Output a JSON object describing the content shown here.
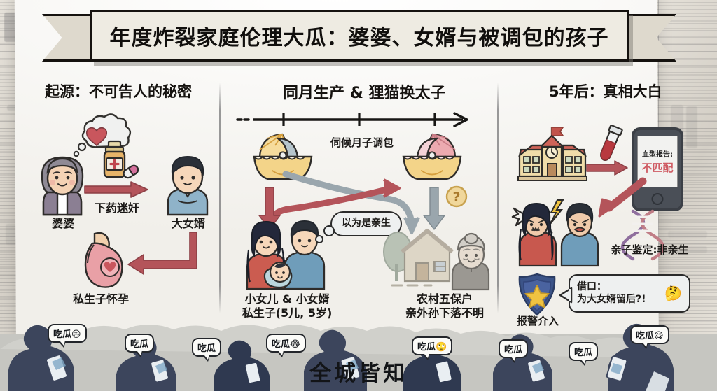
{
  "title": "年度炸裂家庭伦理大瓜：婆婆、女婿与被调包的孩子",
  "panels": {
    "left": {
      "header": "起源：不可告人的秘密",
      "person_a": "婆婆",
      "action": "下药迷奸",
      "person_b": "大女婿",
      "result": "私生子怀孕",
      "icons": {
        "heart_thought": "heart-thought-bubble-icon",
        "medicine": "medicine-bottle-icon",
        "pregnant": "pregnant-belly-icon"
      }
    },
    "center": {
      "header": "同月生产 & 狸猫换太子",
      "swap_label": "伺候月子调包",
      "thought": "以为是亲生",
      "family_line1": "小女儿 & 小女婿",
      "family_line2": "私生子(5儿, 5岁)",
      "rural_line1": "农村五保户",
      "rural_line2": "亲外孙下落不明",
      "question_mark": "?",
      "icons": {
        "timeline": "timeline-arrow-icon",
        "bassinet_yellow": "bassinet-yellow-icon",
        "bassinet_pink": "bassinet-pink-icon",
        "house": "rural-house-icon",
        "grandma": "old-woman-icon"
      }
    },
    "right": {
      "header": "5年后：真相大白",
      "phone_report_label": "血型报告:",
      "phone_report_value": "不匹配",
      "dna_label": "亲子鉴定:非亲生",
      "police_label": "报警介入",
      "speech_line1": "借口：",
      "speech_line2": "为大女婿留后?!",
      "speech_emoji": "🤔",
      "icons": {
        "school": "school-building-icon",
        "test_tube": "blood-test-tube-icon",
        "phone": "smartphone-icon",
        "dna": "dna-helix-icon",
        "police_badge": "police-badge-icon"
      }
    }
  },
  "crowd": {
    "caption": "全城皆知",
    "bubbles": [
      {
        "text": "吃瓜",
        "emoji": "😄"
      },
      {
        "text": "吃瓜",
        "emoji": ""
      },
      {
        "text": "吃瓜",
        "emoji": ""
      },
      {
        "text": "吃瓜",
        "emoji": "😂"
      },
      {
        "text": "吃瓜",
        "emoji": "🙄"
      },
      {
        "text": "吃瓜",
        "emoji": ""
      },
      {
        "text": "吃瓜",
        "emoji": ""
      },
      {
        "text": "吃瓜",
        "emoji": "😋"
      }
    ]
  },
  "colors": {
    "header_highlight": "#aec2d2",
    "red_arrow": "#b4545a",
    "gray_arrow": "#9aa6ad",
    "report_red": "#cf5b63",
    "paper": "#f7f6f3"
  }
}
